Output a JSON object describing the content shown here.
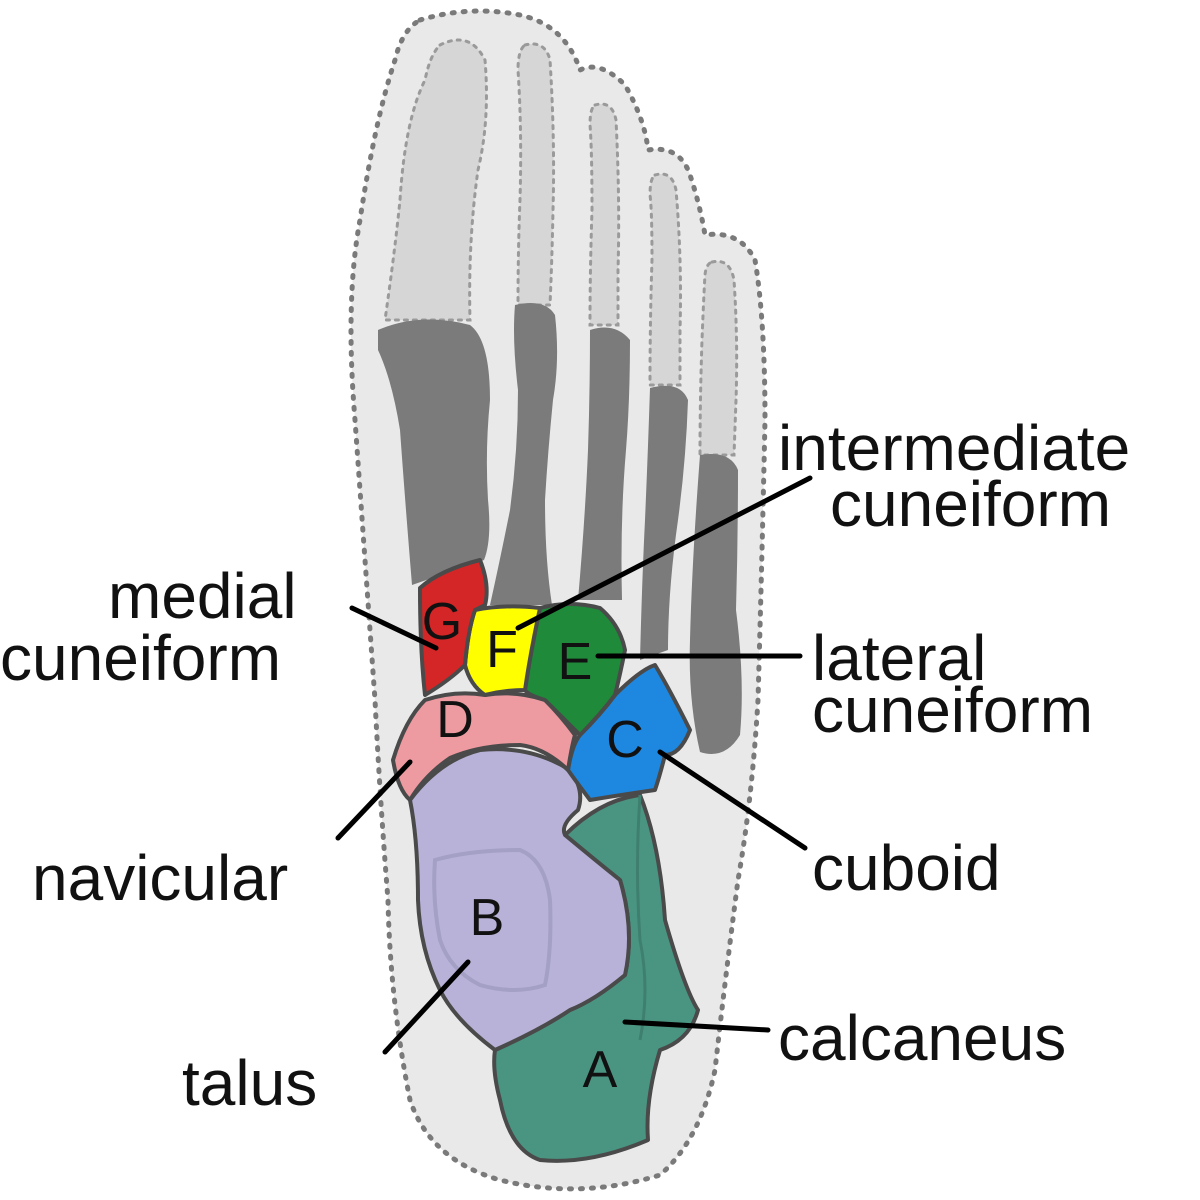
{
  "diagram": {
    "colors": {
      "background": "#ffffff",
      "foot_outline": "#e9e9e9",
      "phalanges": "#d6d6d6",
      "metatarsals": "#7b7b7b",
      "calcaneus": "#4a9582",
      "talus": "#b8b2d8",
      "cuboid": "#1e88e0",
      "navicular": "#ee9aa1",
      "lateral_cuneiform": "#1e8a3a",
      "intermediate_cuneiform": "#ffff00",
      "medial_cuneiform": "#d42626"
    },
    "bones": [
      {
        "letter": "A",
        "name": "calcaneus",
        "color": "#4a9582"
      },
      {
        "letter": "B",
        "name": "talus",
        "color": "#b8b2d8"
      },
      {
        "letter": "C",
        "name": "cuboid",
        "color": "#1e88e0"
      },
      {
        "letter": "D",
        "name": "navicular",
        "color": "#ee9aa1"
      },
      {
        "letter": "E",
        "name": "lateral cuneiform",
        "color": "#1e8a3a"
      },
      {
        "letter": "F",
        "name": "intermediate cuneiform",
        "color": "#ffff00"
      },
      {
        "letter": "G",
        "name": "medial cuneiform",
        "color": "#d42626"
      }
    ],
    "labels": {
      "intermediate_line1": "intermediate",
      "intermediate_line2": "cuneiform",
      "medial_line1": "medial",
      "medial_line2": "cuneiform",
      "lateral_line1": "lateral",
      "lateral_line2": "cuneiform",
      "cuboid": "cuboid",
      "navicular": "navicular",
      "calcaneus": "calcaneus",
      "talus": "talus"
    }
  }
}
